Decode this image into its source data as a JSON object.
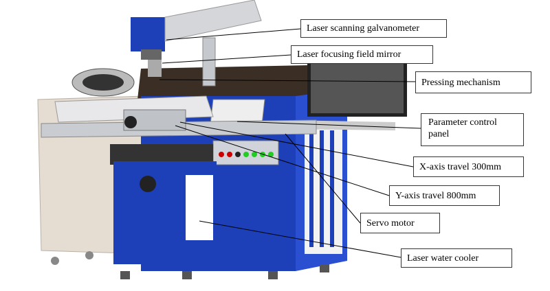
{
  "labels": {
    "galvanometer": "Laser scanning galvanometer",
    "field_mirror": "Laser focusing field mirror",
    "pressing": "Pressing mechanism",
    "control_panel": "Parameter control panel",
    "x_axis": "X-axis travel 300mm",
    "y_axis": "Y-axis travel 800mm",
    "servo": "Servo motor",
    "water_cooler": "Laser water cooler"
  },
  "colors": {
    "machine_blue": "#1d3fb8",
    "frame_gray": "#c9ccd1",
    "side_panel": "#e6ddd2"
  }
}
